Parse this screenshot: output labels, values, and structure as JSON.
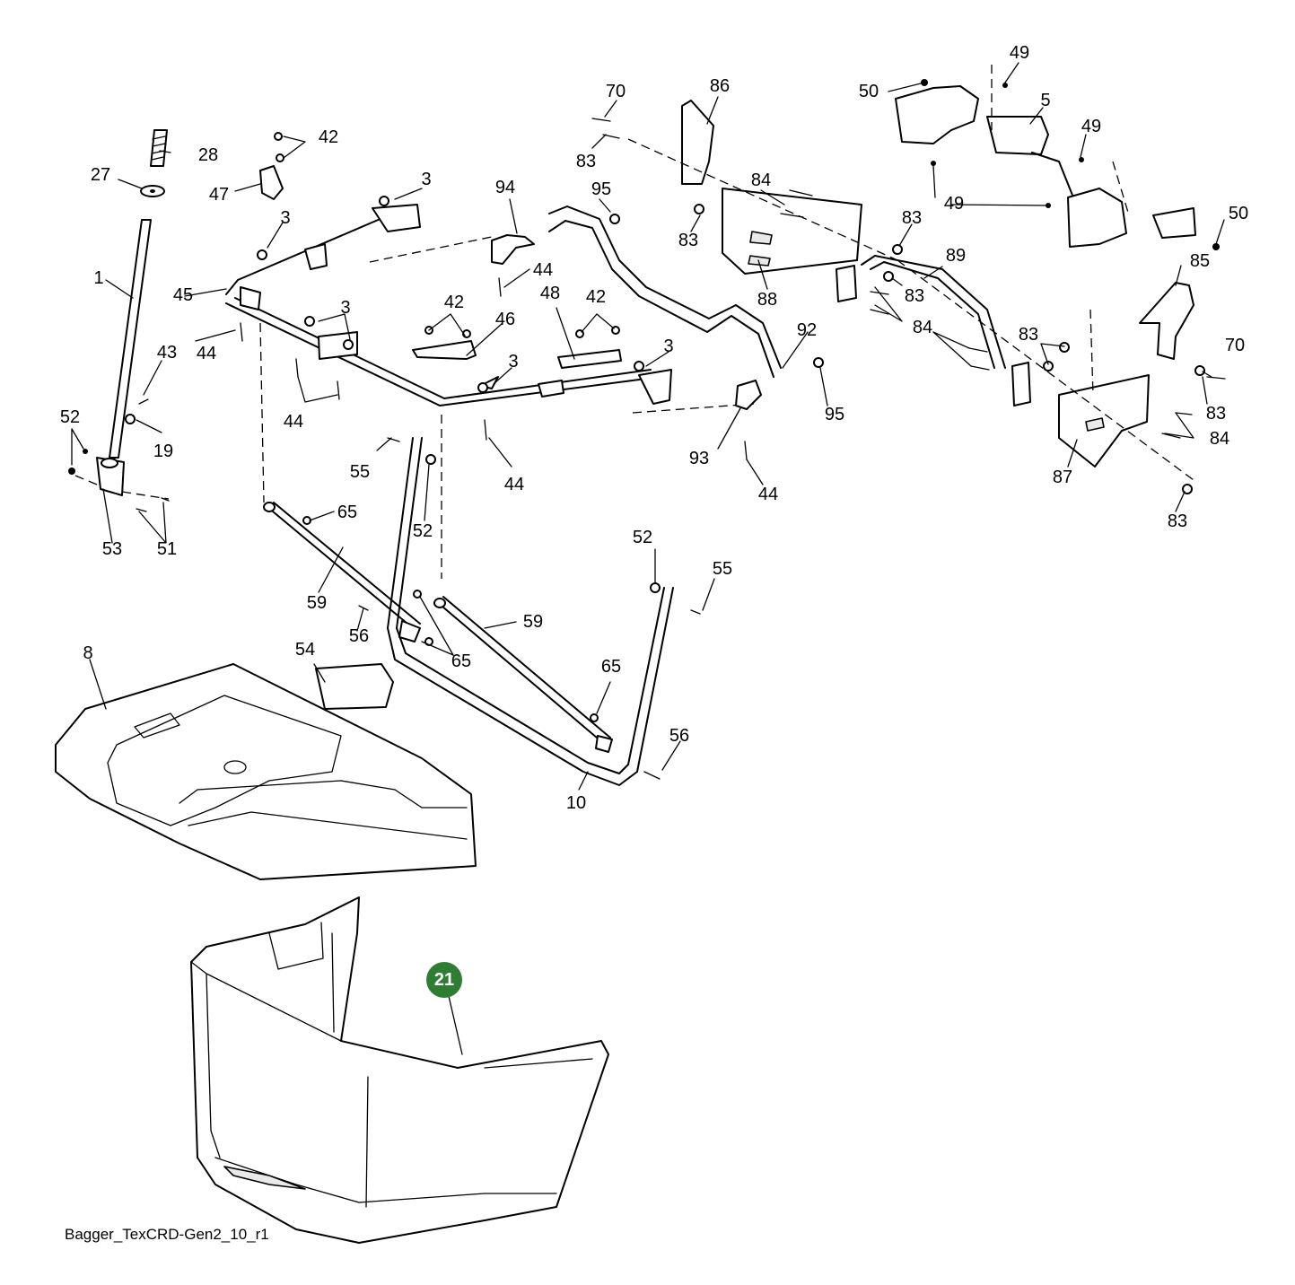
{
  "diagram": {
    "caption": "Bagger_TexCRD-Gen2_10_r1",
    "highlight_badge": {
      "label": "21",
      "color": "#2e7d32"
    },
    "callouts": [
      {
        "id": "c1",
        "text": "1"
      },
      {
        "id": "c3a",
        "text": "3"
      },
      {
        "id": "c3b",
        "text": "3"
      },
      {
        "id": "c3c",
        "text": "3"
      },
      {
        "id": "c3d",
        "text": "3"
      },
      {
        "id": "c3e",
        "text": "3"
      },
      {
        "id": "c5",
        "text": "5"
      },
      {
        "id": "c8",
        "text": "8"
      },
      {
        "id": "c10",
        "text": "10"
      },
      {
        "id": "c19",
        "text": "19"
      },
      {
        "id": "c27",
        "text": "27"
      },
      {
        "id": "c28",
        "text": "28"
      },
      {
        "id": "c42a",
        "text": "42"
      },
      {
        "id": "c42b",
        "text": "42"
      },
      {
        "id": "c42c",
        "text": "42"
      },
      {
        "id": "c43",
        "text": "43"
      },
      {
        "id": "c44a",
        "text": "44"
      },
      {
        "id": "c44b",
        "text": "44"
      },
      {
        "id": "c44c",
        "text": "44"
      },
      {
        "id": "c44d",
        "text": "44"
      },
      {
        "id": "c44e",
        "text": "44"
      },
      {
        "id": "c45",
        "text": "45"
      },
      {
        "id": "c46",
        "text": "46"
      },
      {
        "id": "c47",
        "text": "47"
      },
      {
        "id": "c48",
        "text": "48"
      },
      {
        "id": "c49a",
        "text": "49"
      },
      {
        "id": "c49b",
        "text": "49"
      },
      {
        "id": "c49c",
        "text": "49"
      },
      {
        "id": "c50a",
        "text": "50"
      },
      {
        "id": "c50b",
        "text": "50"
      },
      {
        "id": "c51",
        "text": "51"
      },
      {
        "id": "c52a",
        "text": "52"
      },
      {
        "id": "c52b",
        "text": "52"
      },
      {
        "id": "c52c",
        "text": "52"
      },
      {
        "id": "c53",
        "text": "53"
      },
      {
        "id": "c54",
        "text": "54"
      },
      {
        "id": "c55a",
        "text": "55"
      },
      {
        "id": "c55b",
        "text": "55"
      },
      {
        "id": "c56a",
        "text": "56"
      },
      {
        "id": "c56b",
        "text": "56"
      },
      {
        "id": "c59a",
        "text": "59"
      },
      {
        "id": "c59b",
        "text": "59"
      },
      {
        "id": "c65a",
        "text": "65"
      },
      {
        "id": "c65b",
        "text": "65"
      },
      {
        "id": "c65c",
        "text": "65"
      },
      {
        "id": "c70a",
        "text": "70"
      },
      {
        "id": "c70b",
        "text": "70"
      },
      {
        "id": "c83a",
        "text": "83"
      },
      {
        "id": "c83b",
        "text": "83"
      },
      {
        "id": "c83c",
        "text": "83"
      },
      {
        "id": "c83d",
        "text": "83"
      },
      {
        "id": "c83e",
        "text": "83"
      },
      {
        "id": "c83f",
        "text": "83"
      },
      {
        "id": "c83g",
        "text": "83"
      },
      {
        "id": "c84a",
        "text": "84"
      },
      {
        "id": "c84b",
        "text": "84"
      },
      {
        "id": "c84c",
        "text": "84"
      },
      {
        "id": "c85",
        "text": "85"
      },
      {
        "id": "c86",
        "text": "86"
      },
      {
        "id": "c87",
        "text": "87"
      },
      {
        "id": "c88",
        "text": "88"
      },
      {
        "id": "c89",
        "text": "89"
      },
      {
        "id": "c92",
        "text": "92"
      },
      {
        "id": "c93",
        "text": "93"
      },
      {
        "id": "c94",
        "text": "94"
      },
      {
        "id": "c95a",
        "text": "95"
      },
      {
        "id": "c95b",
        "text": "95"
      }
    ]
  }
}
